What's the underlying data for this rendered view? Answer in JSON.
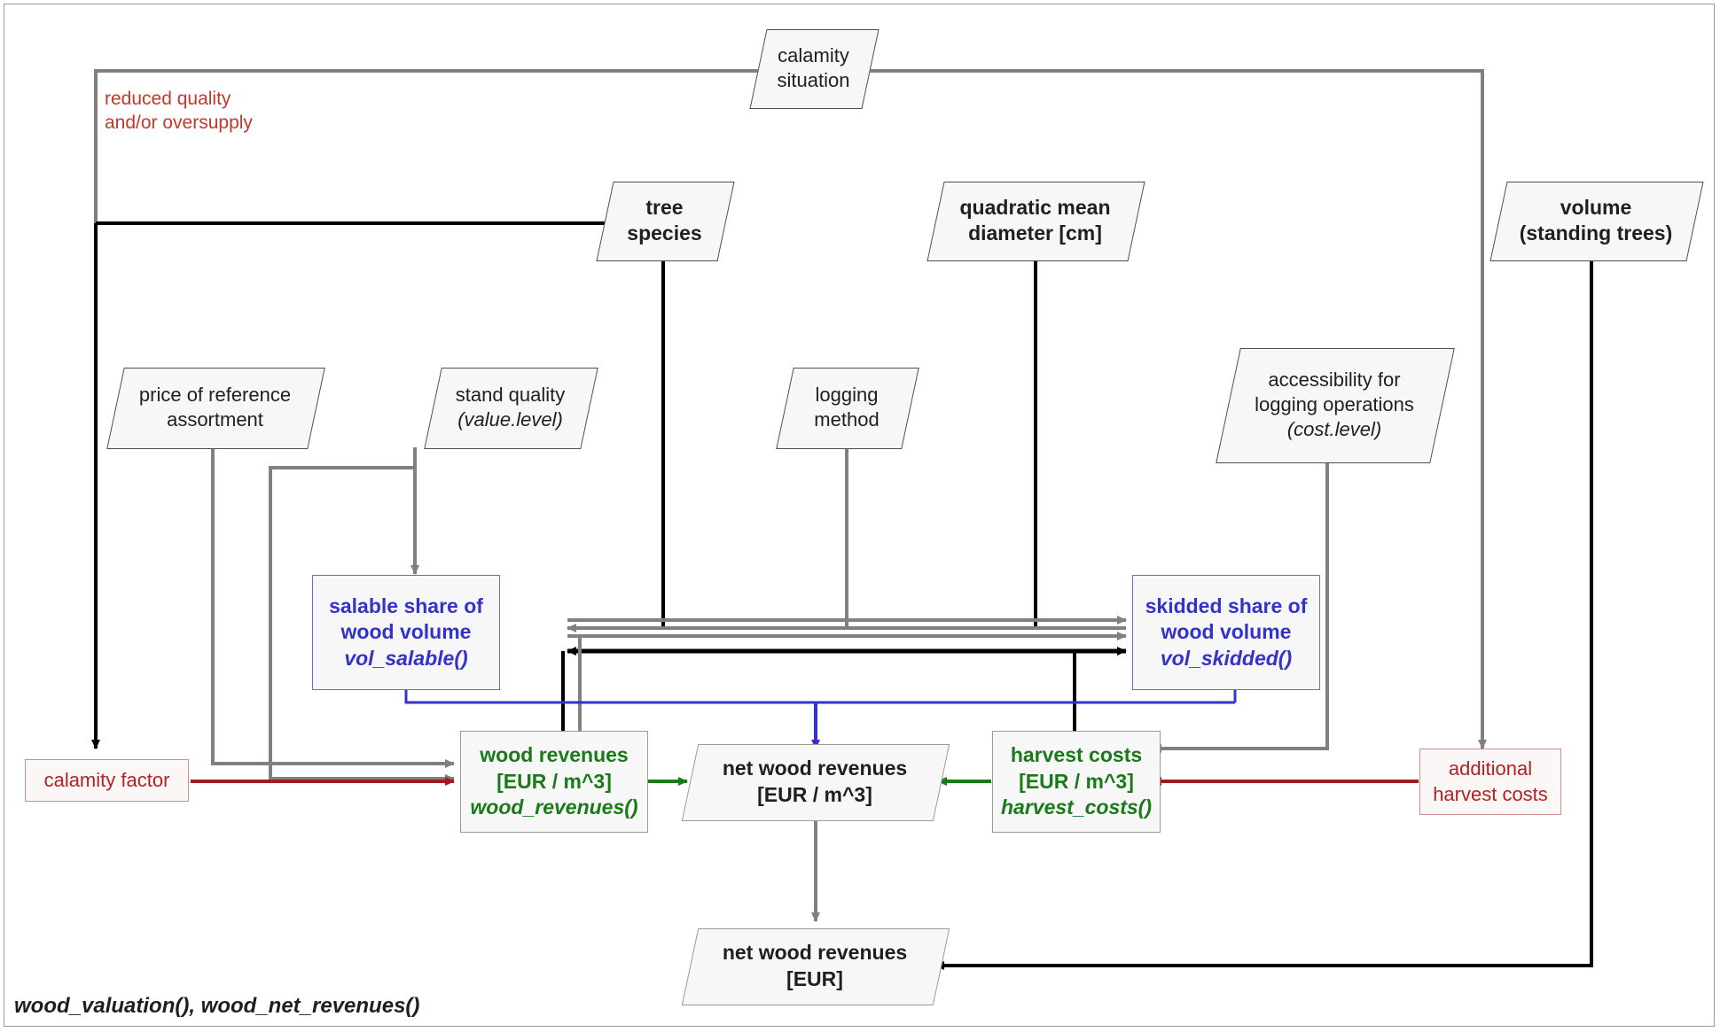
{
  "diagram": {
    "footer_label": "wood_valuation(), wood_net_revenues()",
    "annotation": {
      "line1": "reduced quality",
      "line2": "and/or oversupply",
      "color": "#c0392b"
    },
    "colors": {
      "grey_edge": "#808080",
      "black_edge": "#000000",
      "green_edge": "#1a7a1a",
      "red_edge": "#a01c1c",
      "blue_edge": "#3333cc",
      "blue_text": "#3333cc",
      "green_text": "#1a7a1a",
      "red_text": "#b22222",
      "node_fill": "#f7f7f7"
    },
    "nodes": {
      "calamity_situation": {
        "line1": "calamity",
        "line2": "situation",
        "shape": "parallelogram"
      },
      "tree_species": {
        "line1": "tree",
        "line2": "species",
        "shape": "parallelogram"
      },
      "quadratic_mean_diameter": {
        "line1": "quadratic mean",
        "line2": "diameter [cm]",
        "shape": "parallelogram"
      },
      "volume_standing_trees": {
        "line1": "volume",
        "line2": "(standing trees)",
        "shape": "parallelogram"
      },
      "price_reference_assortment": {
        "line1": "price of reference",
        "line2": "assortment",
        "shape": "parallelogram"
      },
      "stand_quality": {
        "line1": "stand quality",
        "line2": "(value.level)",
        "shape": "parallelogram"
      },
      "logging_method": {
        "line1": "logging",
        "line2": "method",
        "shape": "parallelogram"
      },
      "accessibility_logging": {
        "line1": "accessibility for",
        "line2": "logging operations",
        "line3": "(cost.level)",
        "shape": "parallelogram"
      },
      "vol_salable": {
        "line1": "salable share of",
        "line2": "wood volume",
        "line3": "vol_salable()",
        "shape": "rectangle"
      },
      "vol_skidded": {
        "line1": "skidded share of",
        "line2": "wood volume",
        "line3": "vol_skidded()",
        "shape": "rectangle"
      },
      "wood_revenues": {
        "line1": "wood revenues",
        "line2": "[EUR / m^3]",
        "line3": "wood_revenues()",
        "shape": "rectangle"
      },
      "harvest_costs": {
        "line1": "harvest costs",
        "line2": "[EUR / m^3]",
        "line3": "harvest_costs()",
        "shape": "rectangle"
      },
      "net_wood_revenues_m3": {
        "line1": "net wood revenues",
        "line2": "[EUR / m^3]",
        "shape": "parallelogram"
      },
      "net_wood_revenues_eur": {
        "line1": "net wood revenues",
        "line2": "[EUR]",
        "shape": "parallelogram"
      },
      "calamity_factor": {
        "line1": "calamity factor",
        "shape": "rectangle"
      },
      "additional_harvest_costs": {
        "line1": "additional",
        "line2": "harvest costs",
        "shape": "rectangle"
      }
    }
  }
}
